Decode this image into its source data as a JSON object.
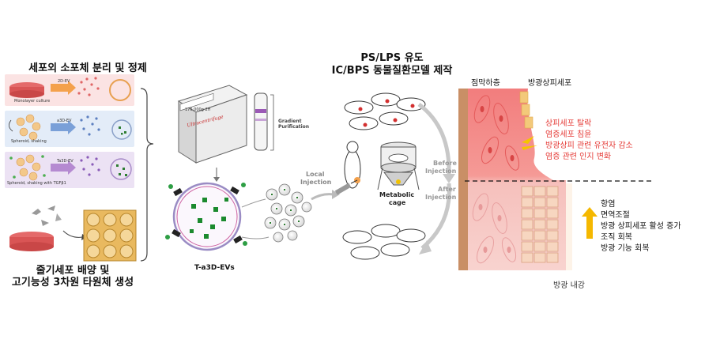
{
  "panel1": {
    "title": "세포외 소포체 분리 및 정제",
    "rows": [
      {
        "culture_label": "Monolayer culture",
        "ev_label": "2D-EV"
      },
      {
        "culture_label": "Spheroid, shaking",
        "ev_label": "a3D-EV"
      },
      {
        "culture_label": "Spheroid, shaking with TGFβ1",
        "ev_label": "Ta3D-EV"
      }
    ],
    "bottom_title_line1": "줄기세포 배양 및",
    "bottom_title_line2": "고기능성 3차원 타원체 생성"
  },
  "panel2": {
    "centrifuge_label": "176,000g 2H",
    "centrifuge_brand": "Ultracentrifuge",
    "gradient_label_line1": "Gradient",
    "gradient_label_line2": "Purification",
    "ev_label": "T-a3D-EVs",
    "injection_line1": "Local",
    "injection_line2": "Injection"
  },
  "panel3": {
    "title_line1": "PS/LPS 유도",
    "title_line2": "IC/BPS 동물질환모델 제작",
    "cage_line1": "Metabolic",
    "cage_line2": "cage",
    "before_line1": "Before",
    "before_line2": "Injection",
    "after_line1": "After",
    "after_line2": "Injection"
  },
  "panel4": {
    "label_mucosa": "점막하층",
    "label_epithelium": "방광상피세포",
    "damage_items": [
      "상피세포 탈락",
      "염증세포 침윤",
      "방광상피 관련 유전자 감소",
      "염증 관련 인지 변화"
    ],
    "recovery_items": [
      "항염",
      "면역조절",
      "방광 상피세포 활성 증가",
      "조직 회복",
      "방광 기능 회복"
    ],
    "lumen_label": "방광 내강"
  },
  "colors": {
    "damage_text": "#e53935",
    "arrow_up": "#f5b800",
    "tissue_top": "#f48f8f",
    "tissue_bottom": "#f7c4c0",
    "muscle": "#c98f66"
  }
}
